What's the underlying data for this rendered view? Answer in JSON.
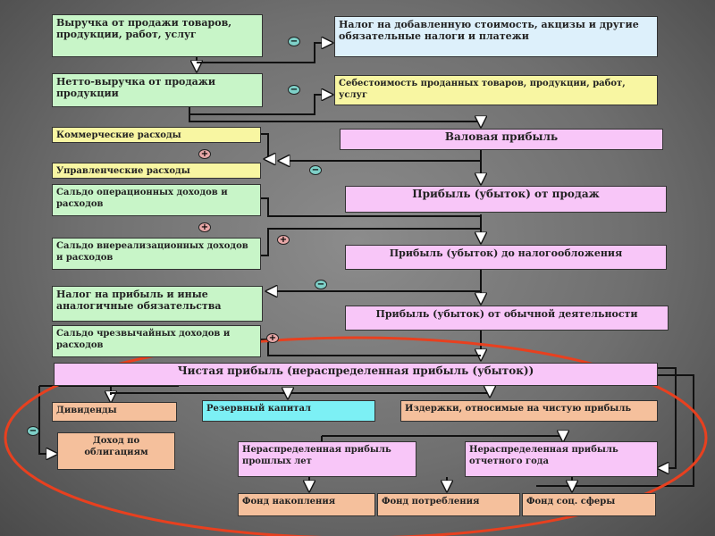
{
  "boxes": {
    "revenue": "Выручка от продажи товаров, продукции, работ, услуг",
    "vat": "Налог на добавленную стоимость, акцизы и другие обязательные налоги и платежи",
    "net_revenue": "Нетто-выручка от продажи продукции",
    "cost": "Себестоимость проданных товаров, продукции, работ, услуг",
    "commercial": "Коммерческие расходы",
    "gross_profit": "Валовая прибыль",
    "admin": "Управленческие расходы",
    "operating_balance": "Сальдо операционных доходов и расходов",
    "sales_profit": "Прибыль (убыток) от продаж",
    "nonoperating_balance": "Сальдо внереализационных доходов и расходов",
    "pretax_profit": "Прибыль (убыток)      до налогообложения",
    "income_tax": "Налог на прибыль и иные аналогичные обязательства",
    "ordinary_profit": "Прибыль (убыток) от обычной деятельности",
    "extraordinary_balance": "Сальдо чрезвычайных доходов и расходов",
    "net_profit": "Чистая прибыль (нераспределенная прибыль (убыток))",
    "dividends": "Дивиденды",
    "reserve": "Резервный капитал",
    "net_profit_costs": "Издержки, относимые на чистую прибыль",
    "bond_income": "Доход по облигациям",
    "retained_prior": "Нераспределенная прибыль прошлых лет",
    "retained_current": "Нераспределенная прибыль отчетного года",
    "fund_accumulation": "Фонд накопления",
    "fund_consumption": "Фонд потребления",
    "fund_social": "Фонд соц. сферы"
  },
  "signs": {
    "minus": "−",
    "plus": "+"
  }
}
